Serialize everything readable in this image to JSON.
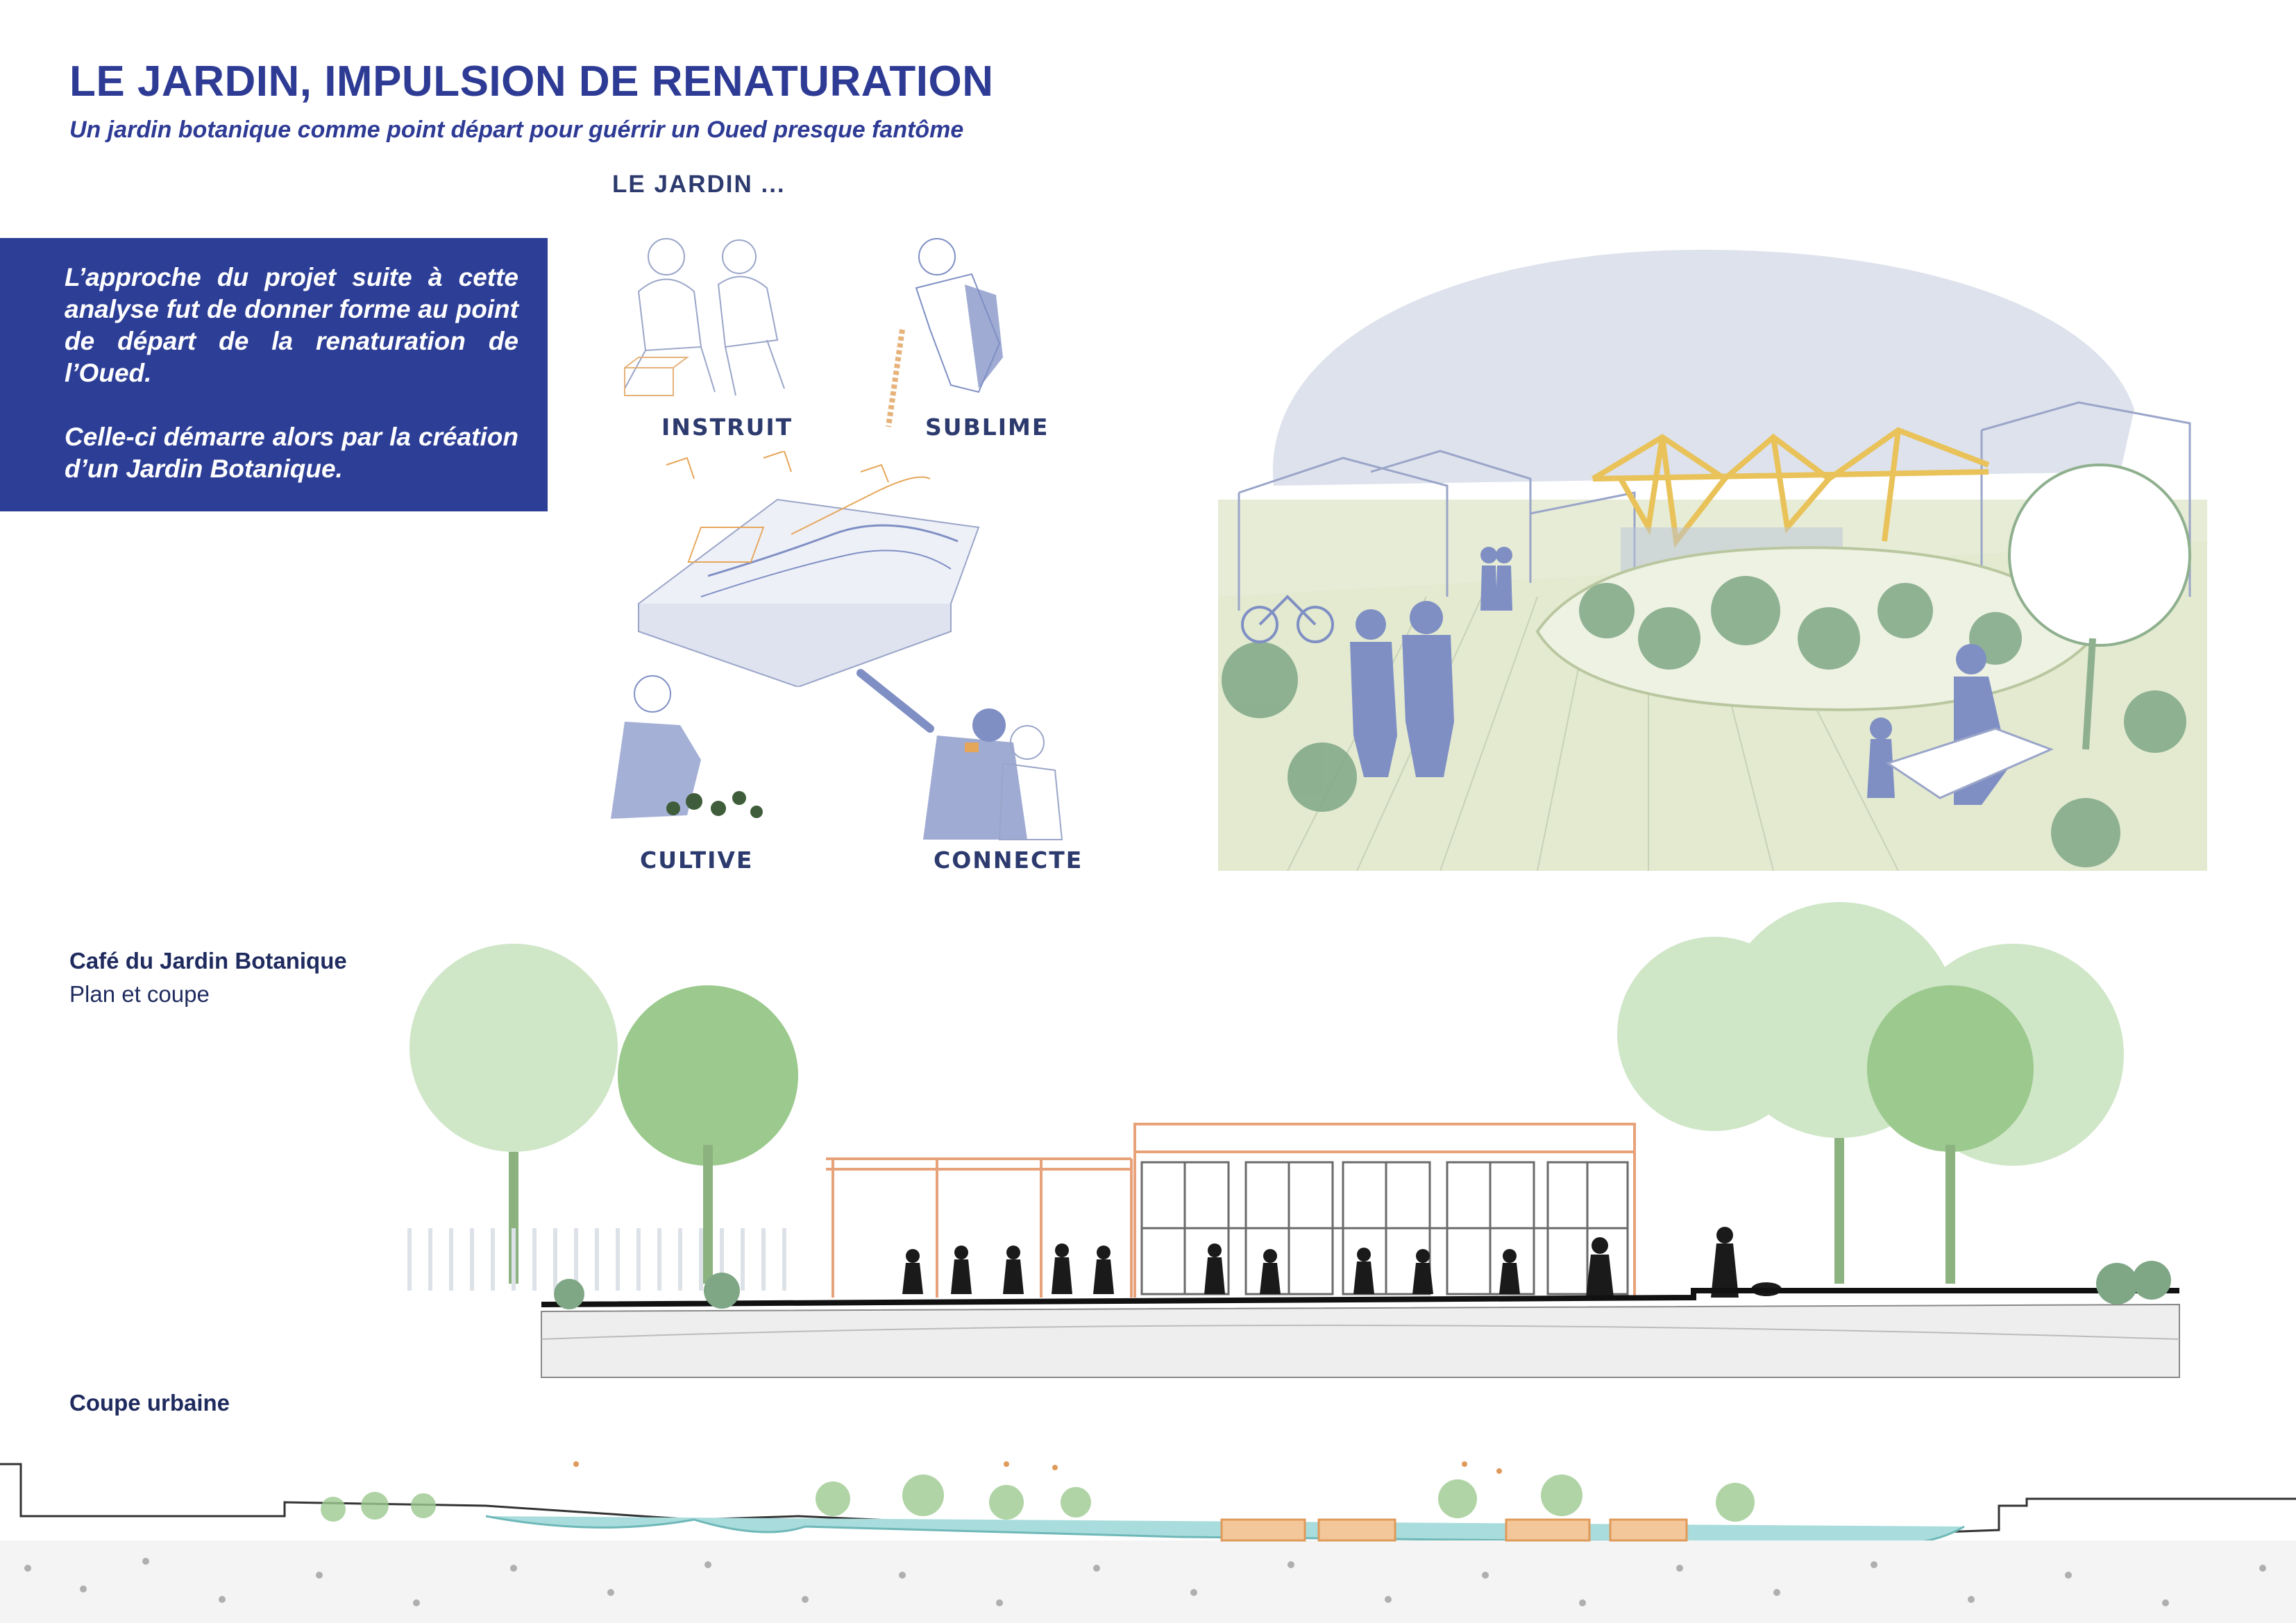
{
  "header": {
    "title": "LE JARDIN, IMPULSION DE RENATURATION",
    "subtitle": "Un jardin botanique comme point départ pour guérrir un Oued presque fantôme"
  },
  "intro": {
    "paragraph_1": "L’approche du projet suite à cette analyse fut de donner forme au point de départ de la renaturation de l’Oued.",
    "paragraph_2": "Celle-ci démarre alors par la création d’un Jardin Botanique."
  },
  "jardin": {
    "heading": "LE JARDIN ...",
    "verbs": [
      "INSTRUIT",
      "SUBLIME",
      "CULTIVE",
      "CONNECTE"
    ]
  },
  "cafe": {
    "title": "Café du Jardin Botanique",
    "subtitle": "Plan et coupe"
  },
  "coupe": {
    "title": "Coupe urbaine"
  },
  "colors": {
    "brand_blue": "#2e3b95",
    "illustration_blue": "#7f8fc4",
    "sky": "#dde2ec",
    "ground_green": "#e6ecd6",
    "timber": "#e9c25a",
    "orange_line": "#e8a27a",
    "tree_green": "#9cc98e",
    "water": "#a9dcdc"
  }
}
